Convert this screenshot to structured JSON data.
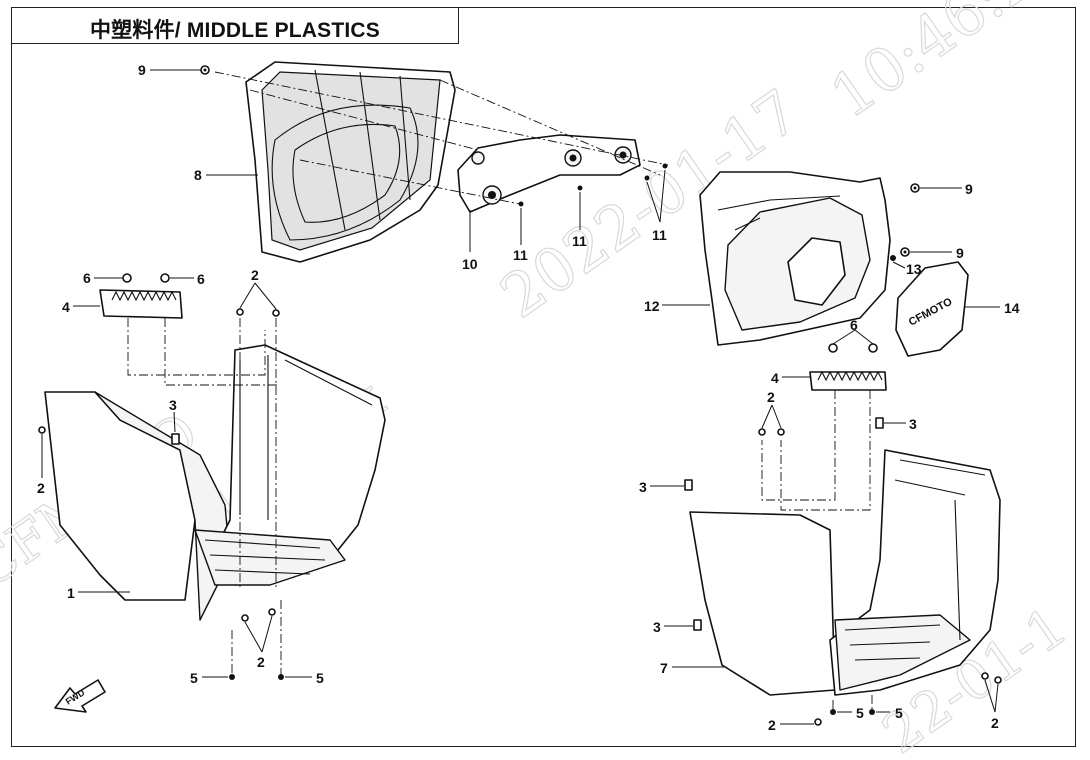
{
  "title": "中塑料件/ MIDDLE PLASTICS",
  "watermarks": [
    "CFMOTO",
    "kj-yangx",
    "2022-01-17",
    "10:46:2",
    "22-01-1"
  ],
  "fwd_label": "FWD",
  "logo_text": "CFMOTO",
  "callouts": {
    "c9a": "9",
    "c8": "8",
    "c10": "10",
    "c11a": "11",
    "c11b": "11",
    "c11c": "11",
    "c9b": "9",
    "c9c": "9",
    "c13": "13",
    "c12": "12",
    "c14": "14",
    "c6a": "6",
    "c6b": "6",
    "c4a": "4",
    "c2a": "2",
    "c3a": "3",
    "c2b": "2",
    "c1": "1",
    "c2c": "2",
    "c5a": "5",
    "c5b": "5",
    "c6c": "6",
    "c4b": "4",
    "c2d": "2",
    "c3b": "3",
    "c3c": "3",
    "c3d": "3",
    "c7": "7",
    "c2e": "2",
    "c5c": "5",
    "c5d": "5",
    "c2f": "2"
  }
}
